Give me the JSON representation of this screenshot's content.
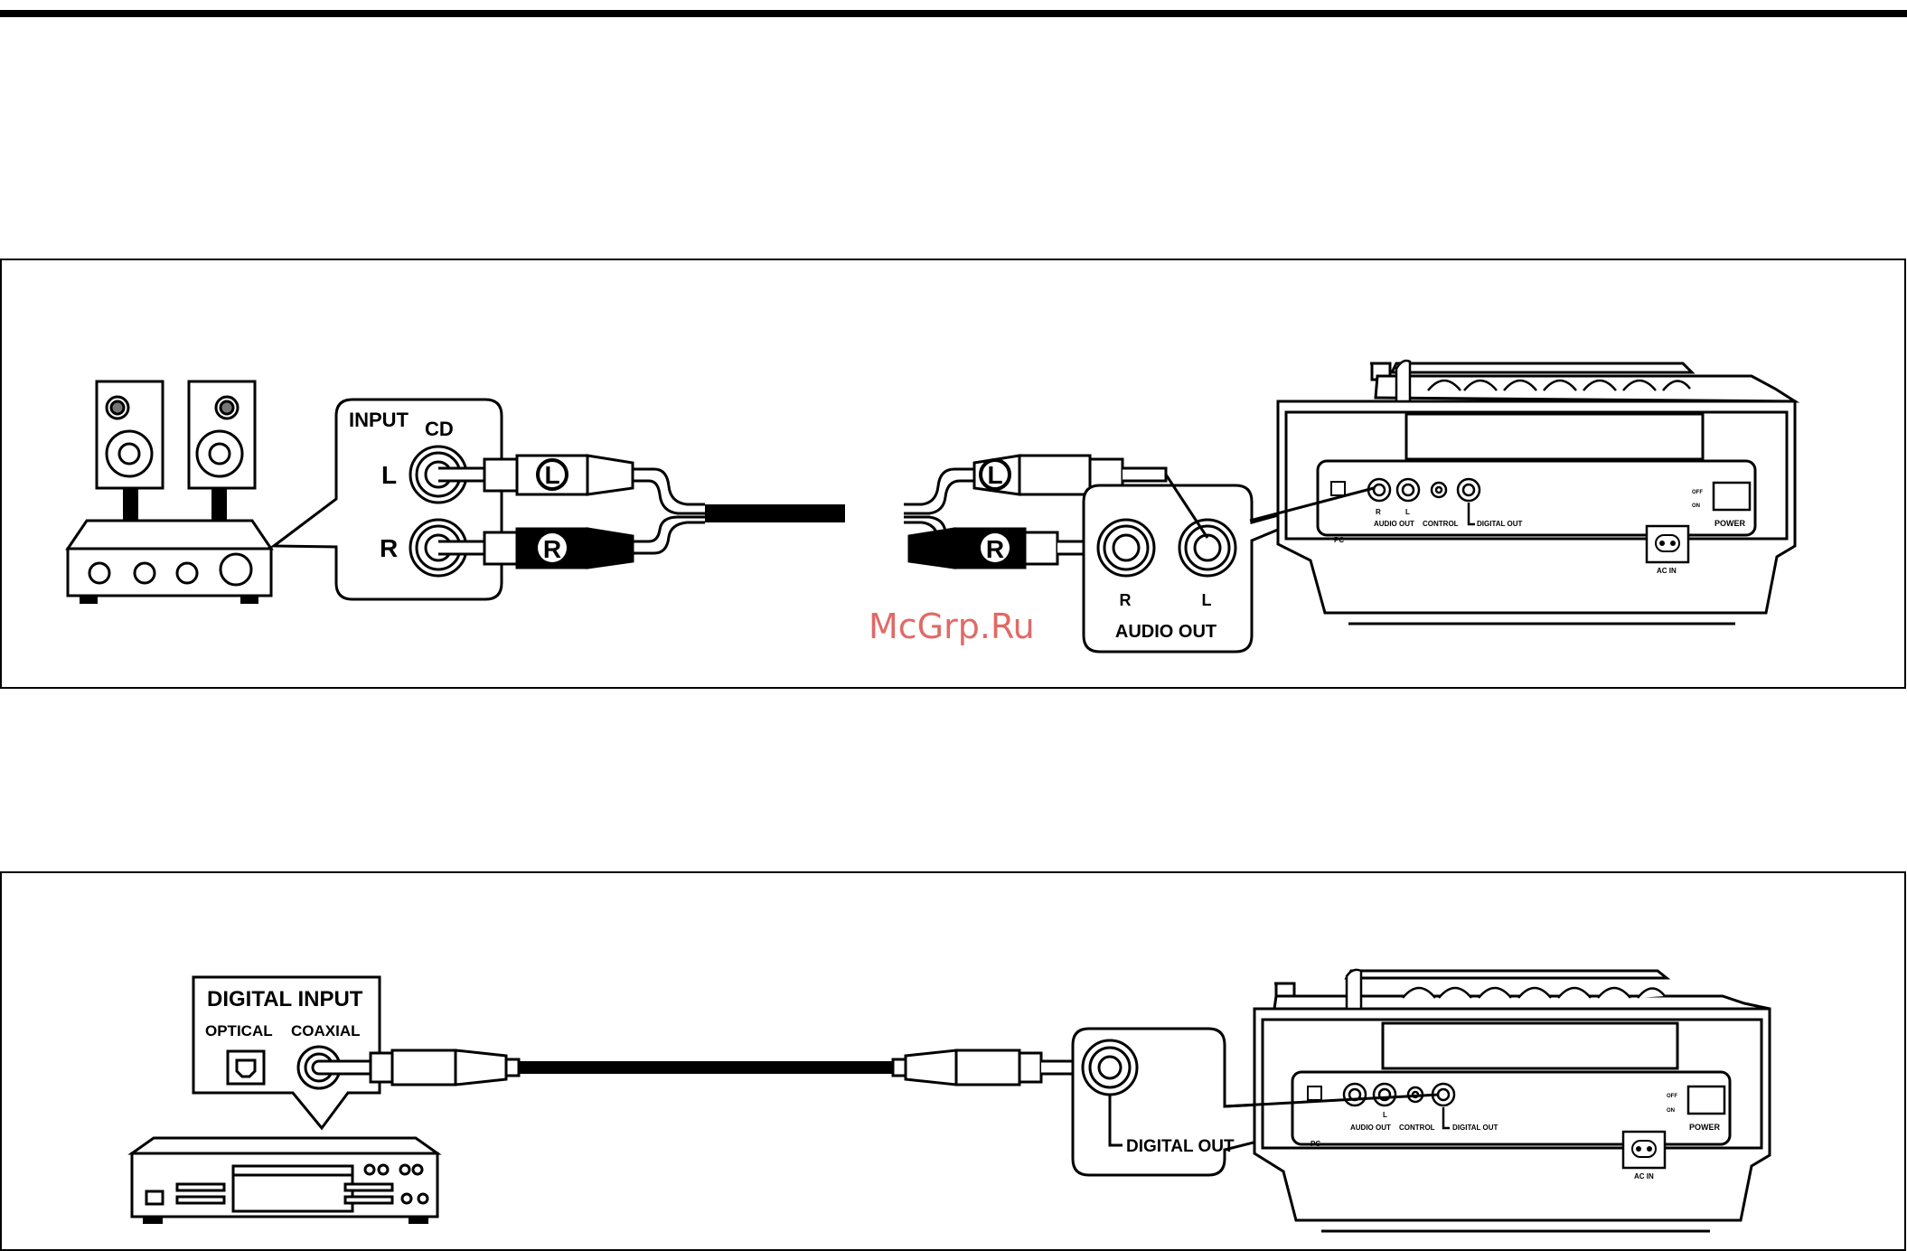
{
  "watermark": "McGrp.Ru",
  "colors": {
    "ink": "#000000",
    "paper": "#ffffff",
    "watermark": "#e06a66"
  },
  "analog_panel": {
    "amp_input_box": {
      "title": "INPUT",
      "source": "CD",
      "jack_left": "L",
      "jack_right": "R"
    },
    "plug_left": "L",
    "plug_right": "R",
    "audio_out_box": {
      "jack_right": "R",
      "jack_left": "L",
      "caption": "AUDIO OUT"
    }
  },
  "digital_panel": {
    "digital_input_box": {
      "title": "DIGITAL INPUT",
      "optical": "OPTICAL",
      "coaxial": "COAXIAL"
    },
    "digital_out_box": {
      "caption": "DIGITAL OUT"
    }
  },
  "player_rear": {
    "r": "R",
    "l": "L",
    "audio_out": "AUDIO OUT",
    "control": "CONTROL",
    "digital_out": "DIGITAL OUT",
    "power": "POWER",
    "ac_in": "AC IN",
    "pc": "PC",
    "off": "OFF",
    "on": "ON"
  }
}
